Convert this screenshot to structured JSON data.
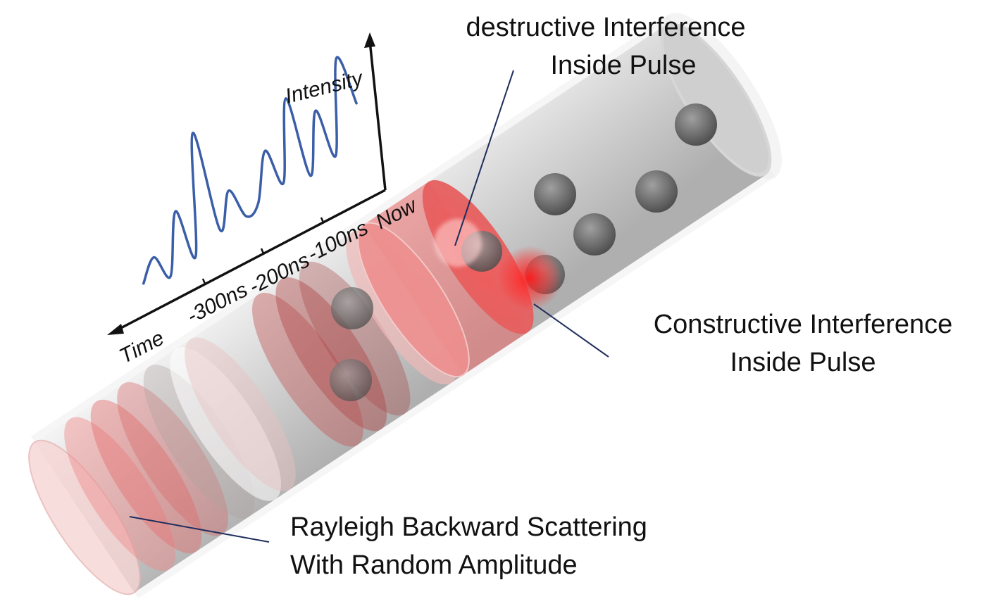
{
  "annotations": {
    "destructive": {
      "line1": "destructive Interference",
      "line2": "Inside Pulse"
    },
    "constructive": {
      "line1": "Constructive Interference",
      "line2": "Inside Pulse"
    },
    "rayleigh": {
      "line1": "Rayleigh Backward Scattering",
      "line2": "With Random Amplitude"
    }
  },
  "chart_data": {
    "type": "line",
    "ylabel": "Intensity",
    "xlabel": "Time",
    "x_ticks": [
      "-300ns",
      "-200ns",
      "-100ns",
      "Now"
    ],
    "series": [
      {
        "values": [
          0.05,
          0.2,
          0.0,
          0.45,
          0.05,
          0.95,
          0.15,
          0.4,
          0.15,
          0.2,
          0.55,
          0.25,
          0.85,
          0.2,
          0.65,
          0.25,
          0.95,
          0.55
        ]
      }
    ]
  },
  "colors": {
    "curve": "#3b5ea8",
    "pulse_red": "#e8272b",
    "fiber_gray": "#d0d0d0",
    "leader_line": "#1f2d5c"
  }
}
